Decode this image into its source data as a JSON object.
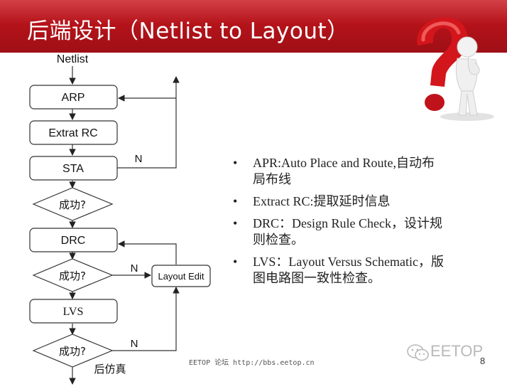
{
  "slide": {
    "title": "后端设计（Netlist to Layout）",
    "page_number": "8",
    "footer": "EETOP 论坛 http://bbs.eetop.cn",
    "brand": "EETOP"
  },
  "flowchart": {
    "input_label": "Netlist",
    "steps": {
      "arp": "ARP",
      "extrat_rc": "Extrat RC",
      "sta": "STA",
      "drc": "DRC",
      "lvs": "LVS",
      "layout_edit": "Layout Edit"
    },
    "decision_label": "成功?",
    "no_label": "N",
    "output_label": "后仿真"
  },
  "bullets": [
    "APR:Auto Place and Route,自动布局布线",
    "Extract RC:提取延时信息",
    "DRC：Design Rule Check，设计规则检查。",
    "LVS：Layout Versus Schematic，版图电路图一致性检查。"
  ],
  "colors": {
    "title_bar": "#c8161e",
    "question_mark": "#d3161c"
  },
  "icons": [
    "wechat-icon",
    "thinking-person-question-mark"
  ]
}
